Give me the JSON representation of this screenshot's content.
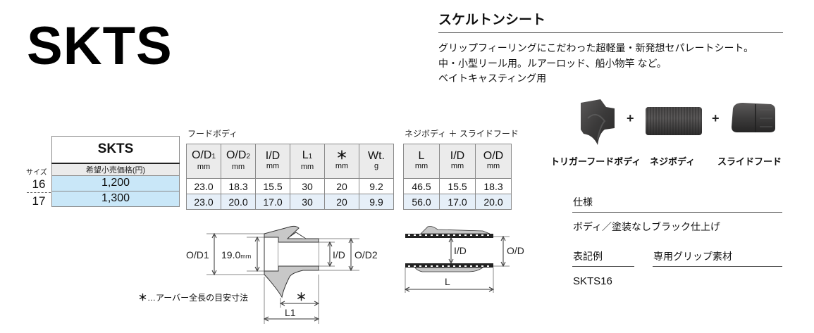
{
  "model": {
    "code": "SKTS"
  },
  "header": {
    "product_name": "スケルトンシート",
    "description": [
      "グリップフィーリングにこだわった超軽量・新発想セパレートシート。",
      "中・小型リール用。ルアーロッド、船小物竿 など。",
      "ベイトキャスティング用"
    ]
  },
  "price_table": {
    "size_label": "サイズ",
    "model_name": "SKTS",
    "price_header": "希望小売価格(円)",
    "rows": [
      {
        "size": "16",
        "price": "1,200"
      },
      {
        "size": "17",
        "price": "1,300"
      }
    ]
  },
  "hood_body_table": {
    "section_label": "フードボディ",
    "columns": [
      {
        "label": "O/D",
        "sub": "1",
        "unit": "mm"
      },
      {
        "label": "O/D",
        "sub": "2",
        "unit": "mm"
      },
      {
        "label": "I/D",
        "sub": "",
        "unit": "mm"
      },
      {
        "label": "L",
        "sub": "1",
        "unit": "mm"
      },
      {
        "label": "＊",
        "sub": "",
        "unit": "mm"
      },
      {
        "label": "Wt.",
        "sub": "",
        "unit": "g"
      }
    ],
    "rows": [
      [
        "23.0",
        "18.3",
        "15.5",
        "30",
        "20",
        "9.2"
      ],
      [
        "23.0",
        "20.0",
        "17.0",
        "30",
        "20",
        "9.9"
      ]
    ]
  },
  "screw_body_table": {
    "section_label": "ネジボディ ＋ スライドフード",
    "columns": [
      {
        "label": "L",
        "unit": "mm"
      },
      {
        "label": "I/D",
        "unit": "mm"
      },
      {
        "label": "O/D",
        "unit": "mm"
      }
    ],
    "rows": [
      [
        "46.5",
        "15.5",
        "18.3"
      ],
      [
        "56.0",
        "17.0",
        "20.0"
      ]
    ]
  },
  "parts": {
    "items": [
      {
        "label": "トリガーフードボディ",
        "icon": "trigger-hood-body-image"
      },
      {
        "label": "ネジボディ",
        "icon": "screw-body-image"
      },
      {
        "label": "スライドフード",
        "icon": "slide-hood-image"
      }
    ],
    "plus": "+"
  },
  "specs": {
    "spec_heading": "仕様",
    "spec_value": "ボディ／塗装なしブラック仕上げ",
    "notation_heading": "表記例",
    "notation_value": "SKTS16",
    "grip_heading": "専用グリップ素材",
    "grip_value": ""
  },
  "diagram_hood": {
    "od1": "O/D1",
    "inner": "19.0",
    "inner_unit": "mm",
    "id": "I/D",
    "od2": "O/D2",
    "star": "＊",
    "l1": "L1",
    "note_mark": "＊",
    "note": "…アーバー全長の目安寸法"
  },
  "diagram_screw": {
    "id": "I/D",
    "od": "O/D",
    "l": "L"
  },
  "colors": {
    "price_cell": "#c9e7f8",
    "header_cell": "#ebebeb",
    "alt_row": "#e6eff8",
    "diagram_fill": "#c8c8c8"
  }
}
